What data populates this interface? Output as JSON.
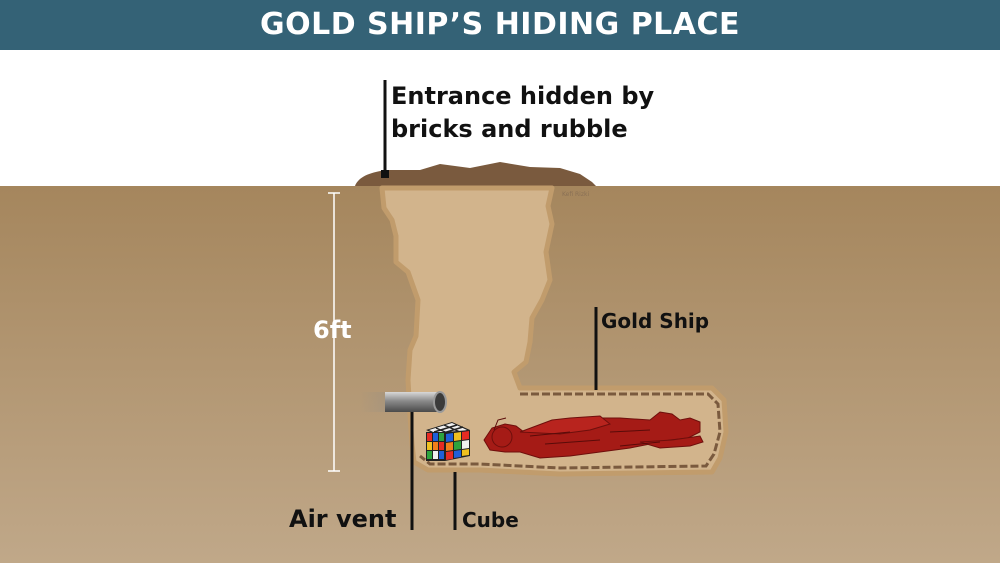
{
  "title": "GOLD SHIP’S HIDING PLACE",
  "labels": {
    "entrance_line1": "Entrance hidden by",
    "entrance_line2": "bricks and rubble",
    "gold_ship": "Gold Ship",
    "cube": "Cube",
    "air_vent": "Air vent",
    "depth": "6ft",
    "signature": "Kefi Rizki"
  },
  "colors": {
    "header": "#346276",
    "ground_top": "#a5865d",
    "ground_bottom": "#c0a889",
    "tunnel": "#d2b48c",
    "figure": "#a51b16",
    "rubble": "#7a5a3e"
  }
}
